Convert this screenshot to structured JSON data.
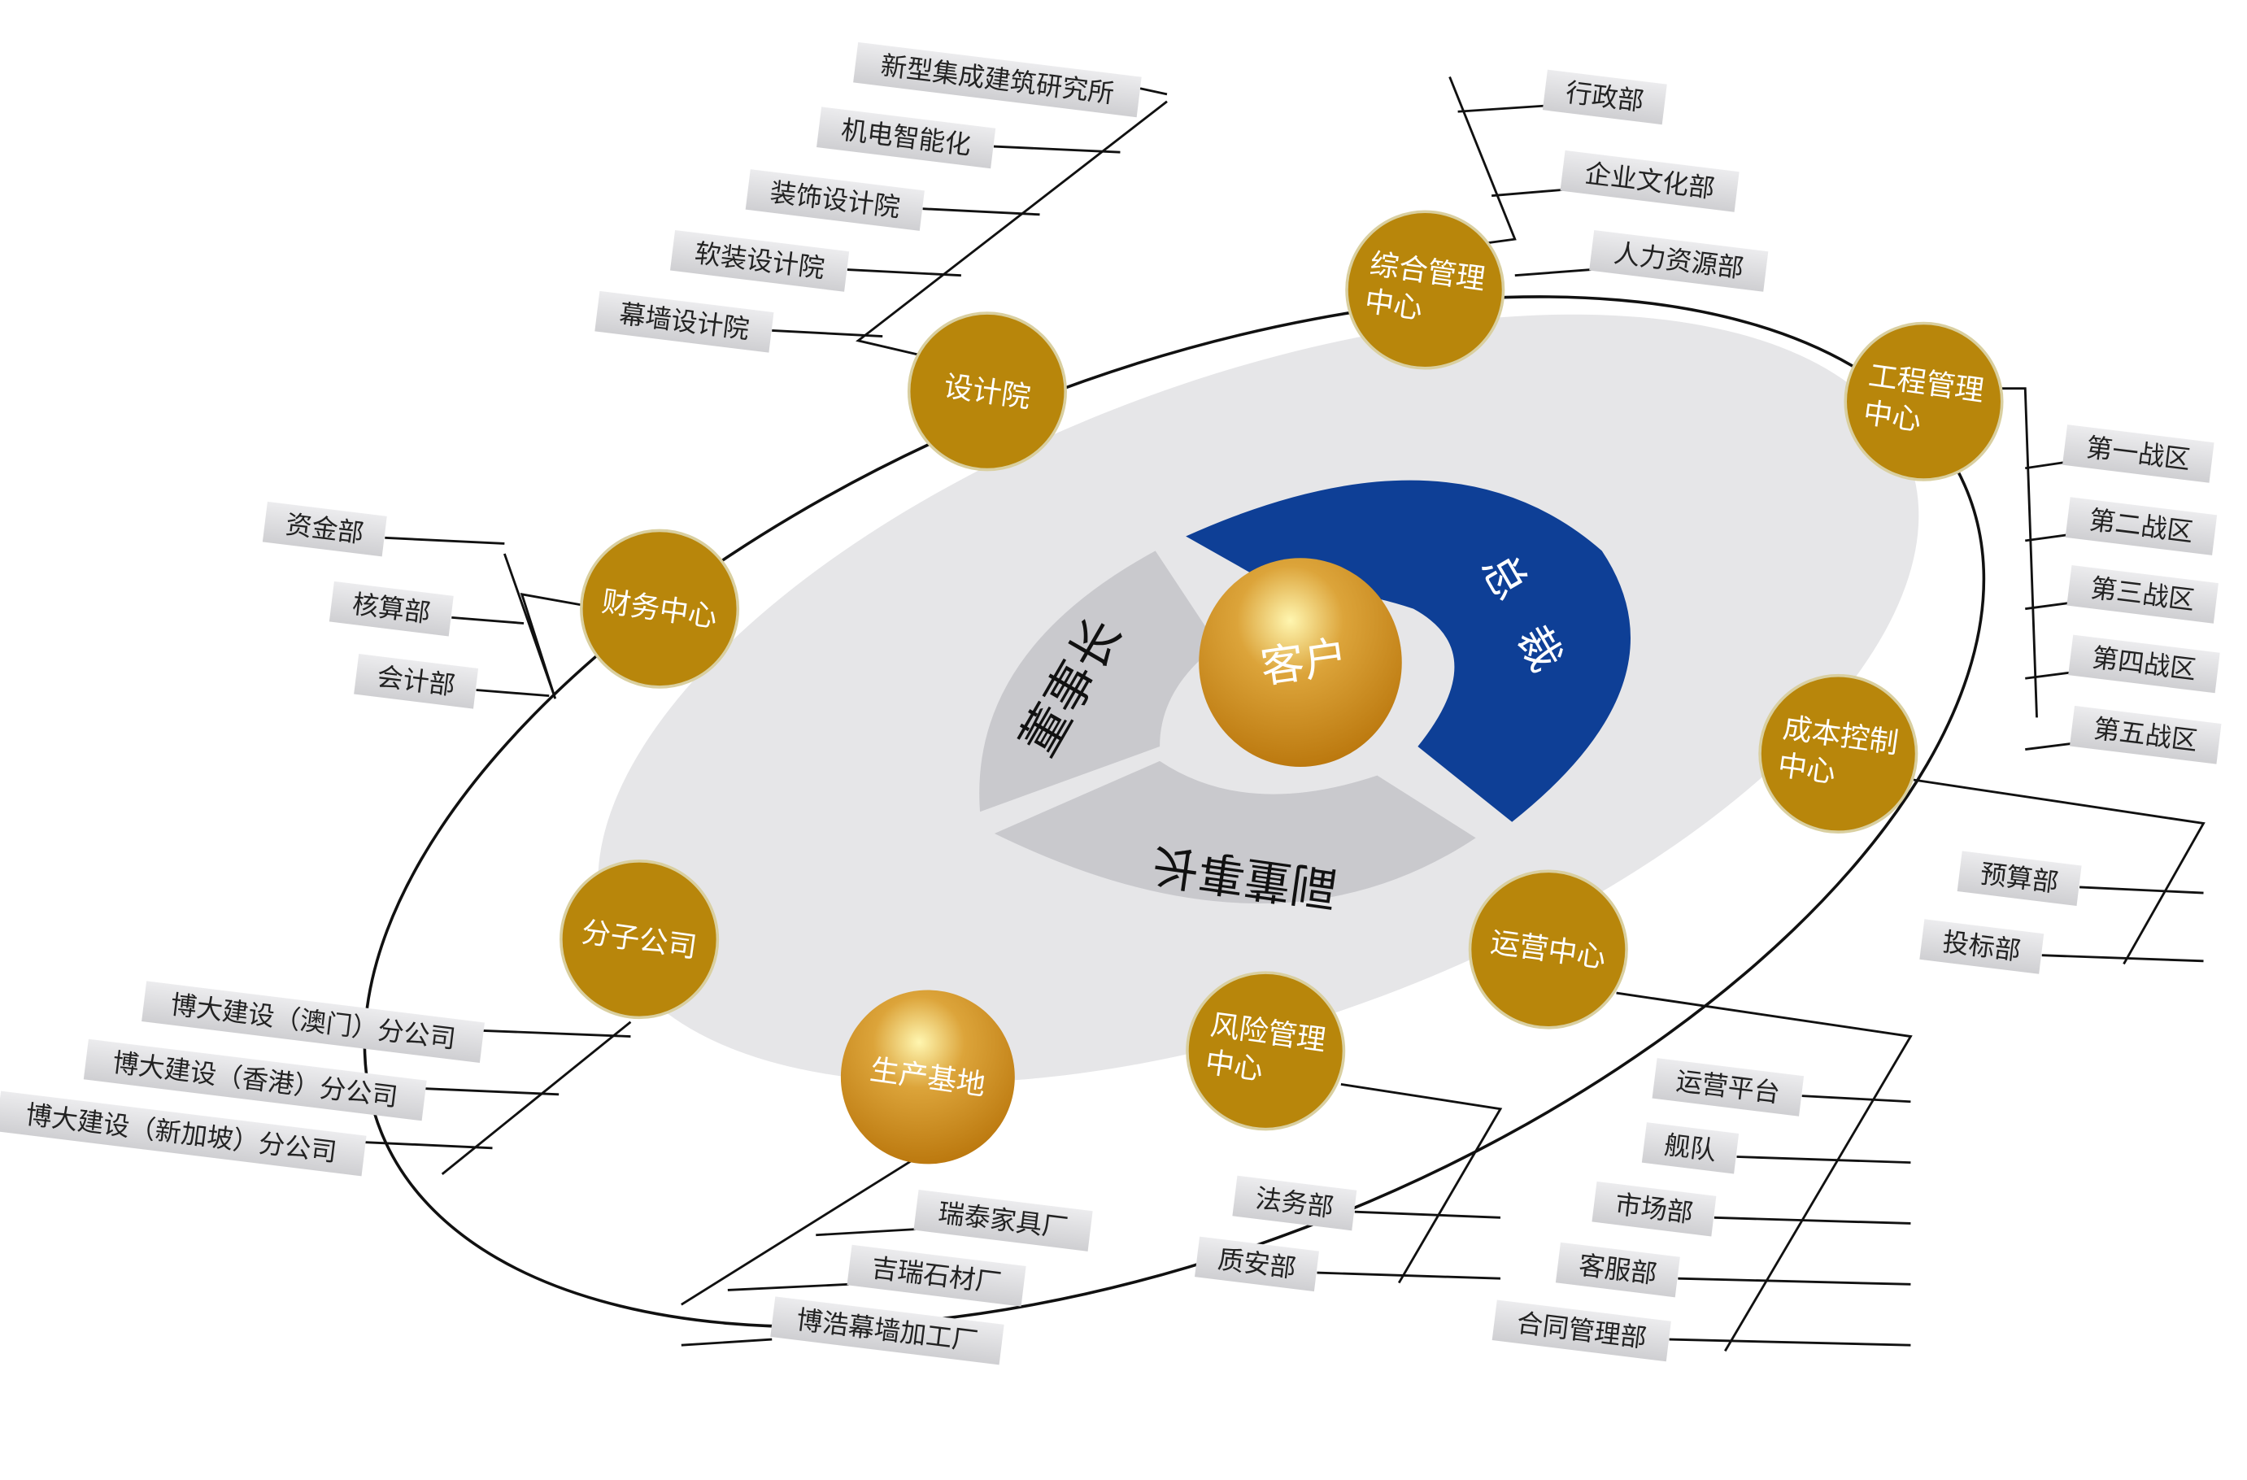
{
  "center": {
    "label": "客户"
  },
  "rings": {
    "president": [
      "总",
      "裁"
    ],
    "chairman": "董事长",
    "vice_chairman": "副董事长"
  },
  "colors": {
    "gold": "#b8860b",
    "blue": "#0e3f96",
    "ring_gray": "#c9c9cd",
    "plate": "#e6e6e8",
    "label_box": "#dcdcde"
  },
  "nodes": [
    {
      "label": "设计院",
      "children": [
        "新型集成建筑研究所",
        "机电智能化",
        "装饰设计院",
        "软装设计院",
        "幕墙设计院"
      ]
    },
    {
      "label": "综合管理中心",
      "children": [
        "行政部",
        "企业文化部",
        "人力资源部"
      ]
    },
    {
      "label": "工程管理中心",
      "children": [
        "第一战区",
        "第二战区",
        "第三战区",
        "第四战区",
        "第五战区"
      ]
    },
    {
      "label": "财务中心",
      "children": [
        "资金部",
        "核算部",
        "会计部"
      ]
    },
    {
      "label": "成本控制中心",
      "children": [
        "预算部",
        "投标部"
      ]
    },
    {
      "label": "运营中心",
      "children": [
        "运营平台",
        "舰队",
        "市场部",
        "客服部",
        "合同管理部"
      ]
    },
    {
      "label": "风险管理中心",
      "children": [
        "法务部",
        "质安部"
      ]
    },
    {
      "label": "生产基地",
      "children": [
        "瑞泰家具厂",
        "吉瑞石材厂",
        "博浩幕墙加工厂"
      ]
    },
    {
      "label": "分子公司",
      "children": [
        "博大建设（澳门）分公司",
        "博大建设（香港）分公司",
        "博大建设（新加坡）分公司"
      ]
    }
  ]
}
